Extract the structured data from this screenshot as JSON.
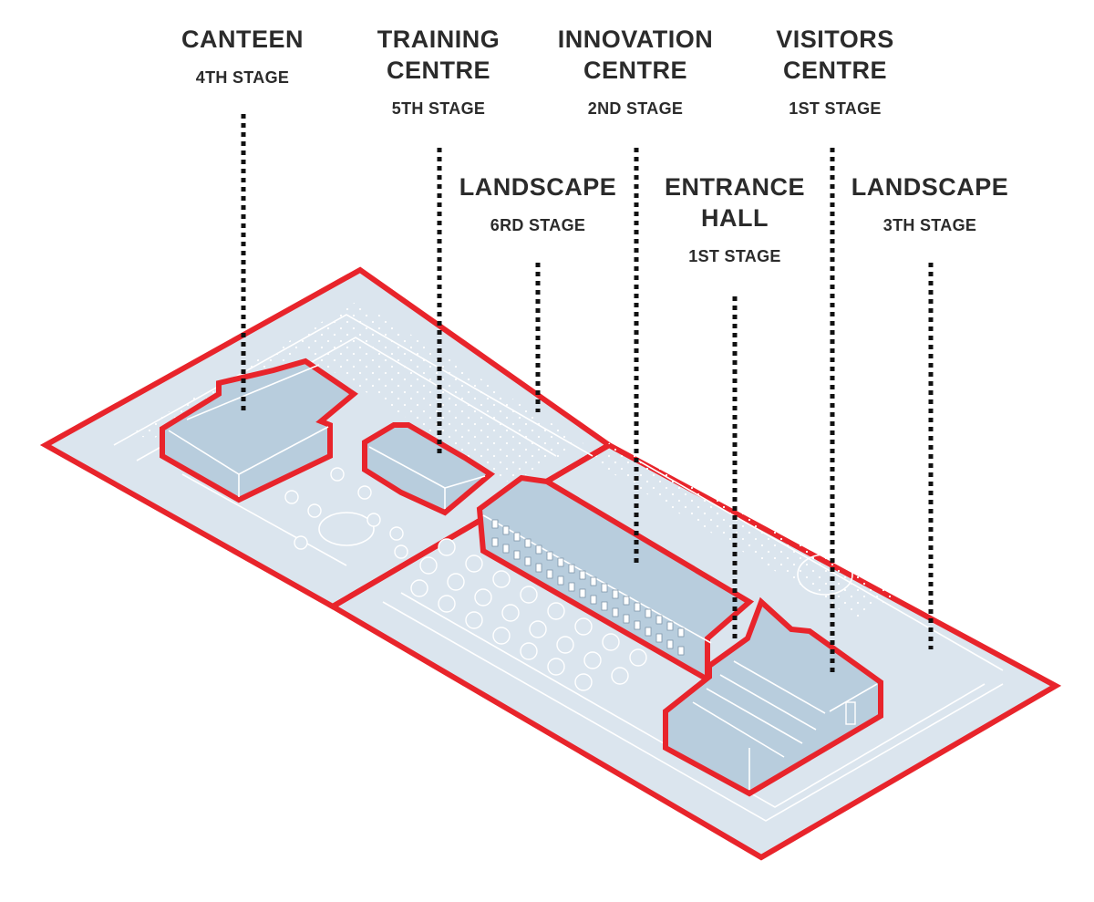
{
  "labels": [
    {
      "id": "canteen",
      "name": "CANTEEN",
      "stage": "4TH STAGE"
    },
    {
      "id": "training-centre",
      "name": "TRAINING\nCENTRE",
      "stage": "5TH STAGE"
    },
    {
      "id": "innovation-centre",
      "name": "INNOVATION\nCENTRE",
      "stage": "2ND STAGE"
    },
    {
      "id": "visitors-centre",
      "name": "VISITORS\nCENTRE",
      "stage": "1ST STAGE"
    },
    {
      "id": "landscape-6rd",
      "name": "LANDSCAPE",
      "stage": "6RD STAGE"
    },
    {
      "id": "entrance-hall",
      "name": "ENTRANCE\nHALL",
      "stage": "1ST STAGE"
    },
    {
      "id": "landscape-3th",
      "name": "LANDSCAPE",
      "stage": "3TH STAGE"
    }
  ],
  "colors": {
    "boundary": "#e8242b",
    "site": "#dbe5ee",
    "building": "#b8cddd",
    "text": "#2b2b2b",
    "leader": "#111111"
  }
}
